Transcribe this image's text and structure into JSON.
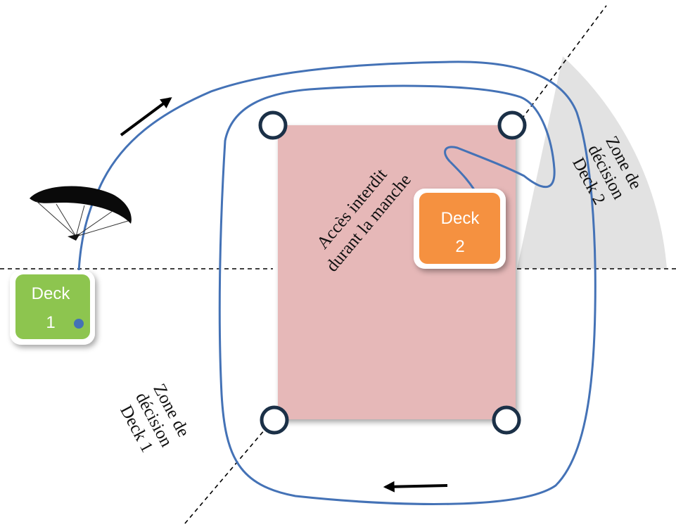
{
  "forbidden_zone": {
    "line1": "Accès interdit",
    "line2": "durant la manche",
    "fill_color": "#e6b8b8"
  },
  "deck1": {
    "line1": "Deck",
    "line2": "1",
    "color": "#8dc54f"
  },
  "deck2": {
    "line1": "Deck",
    "line2": "2",
    "color": "#f59140"
  },
  "decision_zone_1": {
    "line1": "Zone de",
    "line2": "décision",
    "line3": "Deck 1"
  },
  "decision_zone_2": {
    "line1": "Zone de",
    "line2": "décision",
    "line3": "Deck 2",
    "fill_color": "#e2e2e2"
  },
  "flight_path_color": "#4472b6",
  "pylon_color": "#1b3047",
  "icons": [
    "paraglider-icon",
    "direction-arrow-icon",
    "pylon-icon"
  ]
}
